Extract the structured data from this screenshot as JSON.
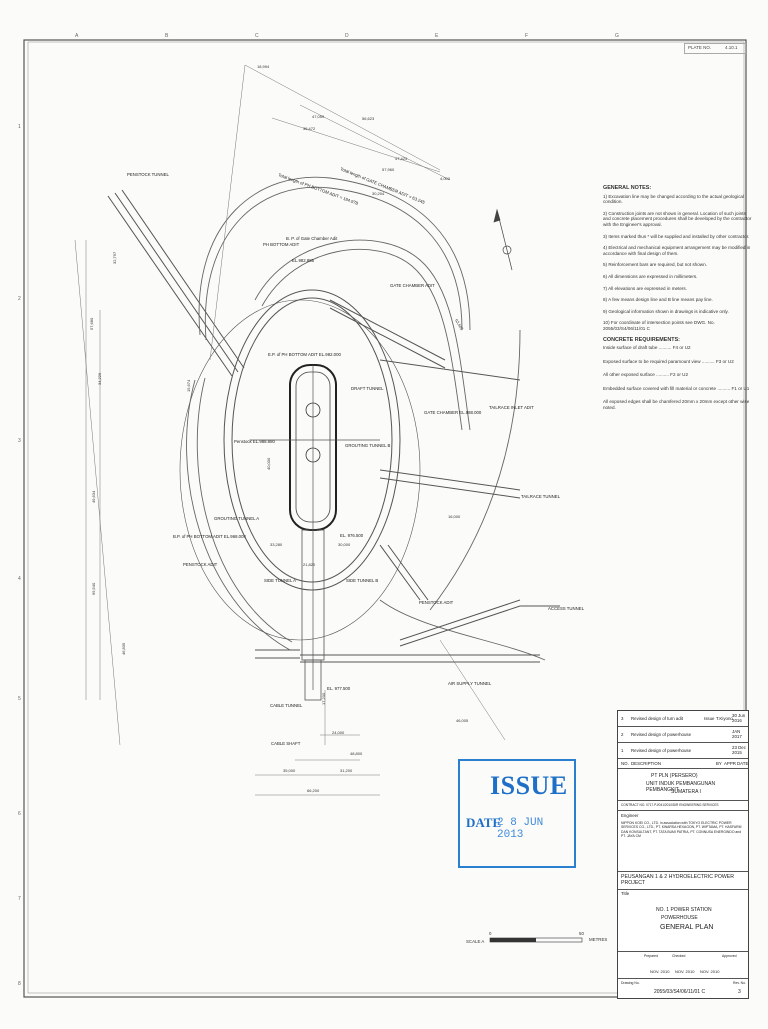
{
  "sheet_tag": {
    "label": "PLATE NO.",
    "value": "4.10.1"
  },
  "grid_cols": [
    "A",
    "B",
    "C",
    "D",
    "E",
    "F",
    "G"
  ],
  "grid_rows": [
    "1",
    "2",
    "3",
    "4",
    "5",
    "6",
    "7",
    "8"
  ],
  "plan_labels": {
    "penstock_tunnel": "PENSTOCK TUNNEL",
    "ph_bottom_adit": "PH BOTTOM ADIT",
    "bp_gate_chamber_adit": "B. P. of Gate Chamber Adit",
    "bp_gate_el": "EL.982.885",
    "gate_chamber_adit": "GATE CHAMBER ADIT",
    "total_length_ph": "Total length of PH BOTTOM ADIT = 194.978",
    "total_length_gate": "Total length of GATE CHAMBER ADIT = 63.245",
    "ep_ph_bottom": "E.P. of PH BOTTOM ADIT EL.982.000",
    "draft_tunnel": "DRAFT TUNNEL",
    "penstock_el": "Penstock EL.988.880",
    "gate_chamber": "GATE CHAMBER EL.988.000",
    "tailrace_inlet": "TAILRACE INLET ADIT",
    "grouting_tunnel_b": "GROUTING TUNNEL B",
    "grouting_tunnel_a": "GROUTING TUNNEL A",
    "tailrace_tunnel": "TAILRACE TUNNEL",
    "bp_ph_bottom": "B.P. of PH BOTTOM ADIT EL.968.004",
    "penstock_adit_left": "PENSTOCK ADIT",
    "side_tunnel_a": "SIDE TUNNEL A",
    "side_tunnel_b": "SIDE TUNNEL B",
    "penstock_adit": "PENSTOCK ADIT",
    "access_tunnel": "ACCESS TUNNEL",
    "air_supply": "AIR SUPPLY TUNNEL",
    "cable_tunnel": "CABLE TUNNEL",
    "cable_shaft": "CABLE SHAFT",
    "el_1": "EL. 976.500",
    "el_2": "EL. 977.500"
  },
  "dimensions": {
    "d1": "18,994",
    "d2": "47,059",
    "d3": "36,472",
    "d4": "56,623",
    "d5": "47,424",
    "d6": "57,960",
    "d7": "30,204",
    "d8": "4,000",
    "d9": "32,797",
    "d10": "57,680",
    "d11": "34,229",
    "d12": "15,674",
    "d13": "49,634",
    "d14": "99,540",
    "d15": "40,000",
    "d16": "46,835",
    "d17": "33,280",
    "d18": "21,820",
    "d19": "24,000",
    "d20": "48,800",
    "d21": "35,000",
    "d22": "31,200",
    "d23": "66,200",
    "d24": "63,605",
    "d25": "30,000",
    "d26": "16,000",
    "d27": "46,005",
    "d28": "17,200"
  },
  "general_notes": {
    "title": "GENERAL NOTES:",
    "items": [
      "1) Excavation line may be changed according to the actual geological condition.",
      "2) Construction joints are not shown in general. Location of such joints and concrete placement procedures shall be developed by the contractor with the Engineer's approval.",
      "3) Items marked thus * will be supplied and installed by other contractor.",
      "4) Electrical and mechanical equipment arrangement may be modified in accordance with final design of them.",
      "5) Reinforcement bars are required, but not shown.",
      "6) All dimensions are expressed in millimeters.",
      "7) All elevations are expressed in meters.",
      "8) A few means design line and B line means pay line.",
      "9) Geological information shown in drawings is indicative only.",
      "10) For coordinate of intersection points see DWG. No. 2055/03/S4/06/11/01 C"
    ]
  },
  "concrete": {
    "title": "CONCRETE REQUIREMENTS:",
    "rows": [
      {
        "label": "Inside surface of draft tube",
        "value": "F4 or U2"
      },
      {
        "label": "Exposed surface to be required paramount view",
        "value": "F3 or U2"
      },
      {
        "label": "All other exposed surface",
        "value": "F2 or U2"
      },
      {
        "label": "Embedded surface covered with fill material or concrete",
        "value": "F1 or U1"
      }
    ],
    "chamfer_note": "All exposed edges shall be chamfered 20mm x 20mm except other wise noted."
  },
  "revisions": [
    {
      "no": "3",
      "desc": "Revised design of turn adit",
      "issue": "Issue",
      "by": "T.Kiyono",
      "date": "30 Jun 2016"
    },
    {
      "no": "2",
      "desc": "Revised design of powerhouse",
      "issue": "",
      "by": "",
      "date": "JAN 2017"
    },
    {
      "no": "1",
      "desc": "Revised design of powerhouse",
      "issue": "",
      "by": "",
      "date": "23 Dec 2015"
    }
  ],
  "rev_header": {
    "no": "NO.",
    "desc": "DESCRIPTION",
    "by": "BY",
    "appr": "APPR",
    "date": "DATE"
  },
  "issue_stamp": {
    "title": "ISSUE",
    "date_label": "DATE",
    "date_value": "2 8 JUN 2013"
  },
  "title_block": {
    "owner": "PT PLN (PERSERO)",
    "unit": "UNIT INDUK PEMBANGUNAN PEMBANGKIT",
    "region": "SUMATERA I",
    "contract": "CONTRACT NO. 0717.PJ/041/2010/DIR ENGINEERING SERVICES",
    "engineer_label": "Engineer",
    "engineer": "NIPPON KOEI CO., LTD. in association with TOKYO ELECTRIC POWER SERVICES CO., LTD., PT. KWARSA HEXAGON, PT. WIPTAMA, PT. HASFARM DAN KONSULTANT, PT. TATA BUMI PATRIA, PT. CONNUSA ENERGINDO and PT. JAYA CM",
    "project": "PEUSANGAN 1 & 2 HYDROELECTRIC POWER PROJECT",
    "title_label": "Title",
    "station": "NO. 1 POWER STATION",
    "structure": "POWERHOUSE",
    "drawing": "GENERAL PLAN",
    "scale_label": "SCALE A",
    "scale_min": "0",
    "scale_max": "50",
    "scale_unit": "METRES",
    "prepared": "Prepared",
    "checked": "Checked",
    "approved": "Approved",
    "date_1": "NOV. 2010",
    "date_2": "NOV. 2010",
    "date_3": "NOV. 2010",
    "drawing_no_label": "Drawing No.",
    "drawing_no": "2055/03/S4/06/11/01 C",
    "rev_label": "Rev. No.",
    "rev": "3"
  }
}
